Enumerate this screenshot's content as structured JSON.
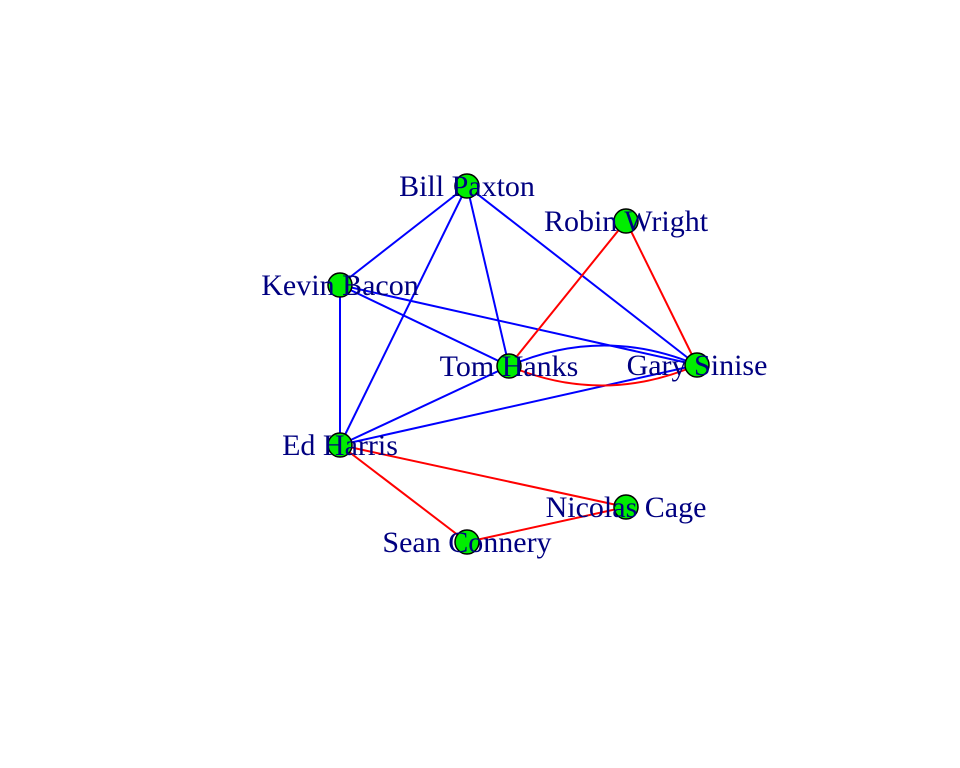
{
  "colors": {
    "node_fill": "#00ee00",
    "node_stroke": "#000000",
    "label": "#000080",
    "edge_blue": "#0000ff",
    "edge_red": "#ff0000",
    "background": "#ffffff"
  },
  "nodes": [
    {
      "id": "bill-paxton",
      "label": "Bill Paxton"
    },
    {
      "id": "robin-wright",
      "label": "Robin Wright"
    },
    {
      "id": "kevin-bacon",
      "label": "Kevin Bacon"
    },
    {
      "id": "tom-hanks",
      "label": "Tom Hanks"
    },
    {
      "id": "gary-sinise",
      "label": "Gary Sinise"
    },
    {
      "id": "ed-harris",
      "label": "Ed Harris"
    },
    {
      "id": "nicolas-cage",
      "label": "Nicolas Cage"
    },
    {
      "id": "sean-connery",
      "label": "Sean Connery"
    }
  ],
  "edges": [
    {
      "from": "bill-paxton",
      "to": "kevin-bacon",
      "color": "blue"
    },
    {
      "from": "bill-paxton",
      "to": "ed-harris",
      "color": "blue"
    },
    {
      "from": "bill-paxton",
      "to": "tom-hanks",
      "color": "blue"
    },
    {
      "from": "bill-paxton",
      "to": "gary-sinise",
      "color": "blue"
    },
    {
      "from": "kevin-bacon",
      "to": "ed-harris",
      "color": "blue"
    },
    {
      "from": "kevin-bacon",
      "to": "tom-hanks",
      "color": "blue"
    },
    {
      "from": "kevin-bacon",
      "to": "gary-sinise",
      "color": "blue"
    },
    {
      "from": "tom-hanks",
      "to": "ed-harris",
      "color": "blue"
    },
    {
      "from": "ed-harris",
      "to": "gary-sinise",
      "color": "blue"
    },
    {
      "from": "tom-hanks",
      "to": "gary-sinise",
      "color": "blue",
      "curve": "up"
    },
    {
      "from": "tom-hanks",
      "to": "gary-sinise",
      "color": "red",
      "curve": "down"
    },
    {
      "from": "robin-wright",
      "to": "tom-hanks",
      "color": "red"
    },
    {
      "from": "robin-wright",
      "to": "gary-sinise",
      "color": "red"
    },
    {
      "from": "ed-harris",
      "to": "nicolas-cage",
      "color": "red"
    },
    {
      "from": "ed-harris",
      "to": "sean-connery",
      "color": "red"
    },
    {
      "from": "sean-connery",
      "to": "nicolas-cage",
      "color": "red"
    }
  ]
}
